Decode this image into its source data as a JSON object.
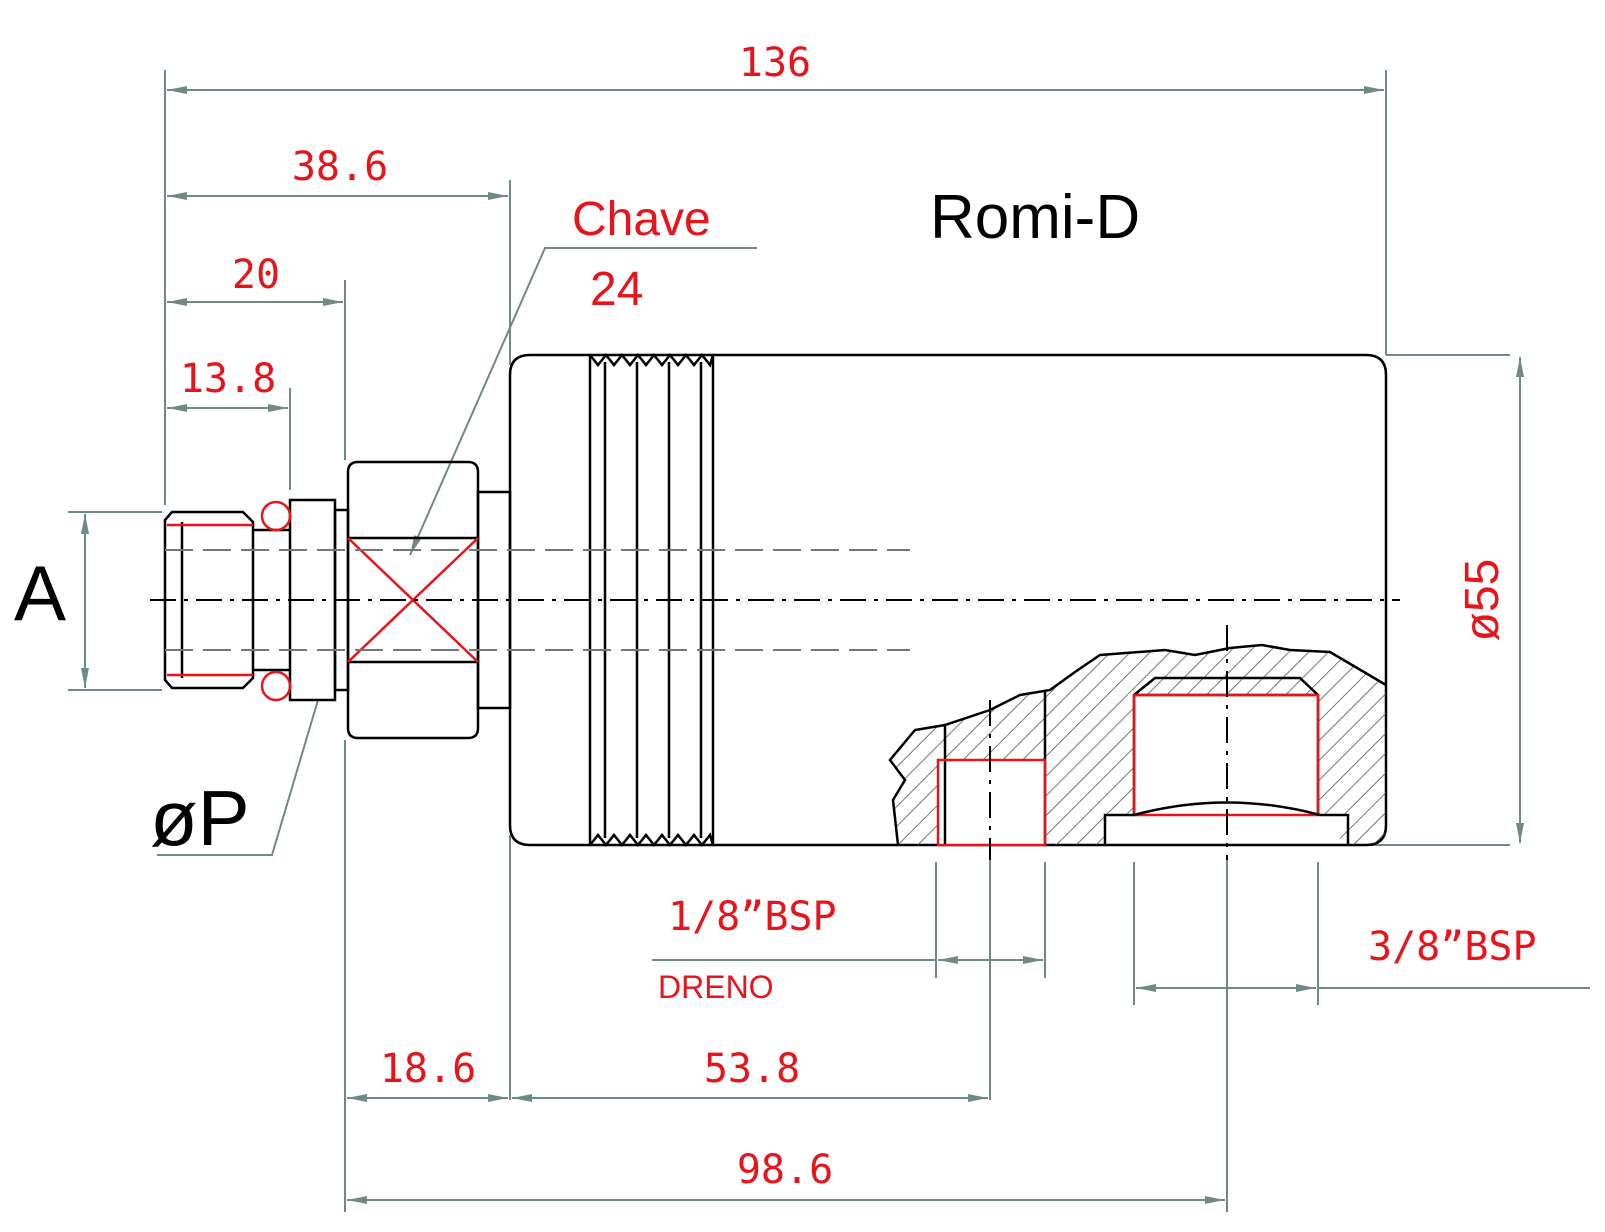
{
  "title": "Romi-D",
  "colors": {
    "dimension": "#e8141c",
    "line": "#000000",
    "extension": "#6f8a86",
    "hidden": "#777777"
  },
  "labels": {
    "A": "A",
    "P": "øP",
    "diameter": "ø55",
    "chave": "Chave",
    "chave_size": "24",
    "drain_thread": "1/8”BSP",
    "drain_note": "DRENO",
    "port_thread": "3/8”BSP"
  },
  "dimensions": {
    "overall_length": "136",
    "d38_6": "38.6",
    "d20": "20",
    "d13_8": "13.8",
    "d18_6": "18.6",
    "d53_8": "53.8",
    "d98_6": "98.6"
  }
}
